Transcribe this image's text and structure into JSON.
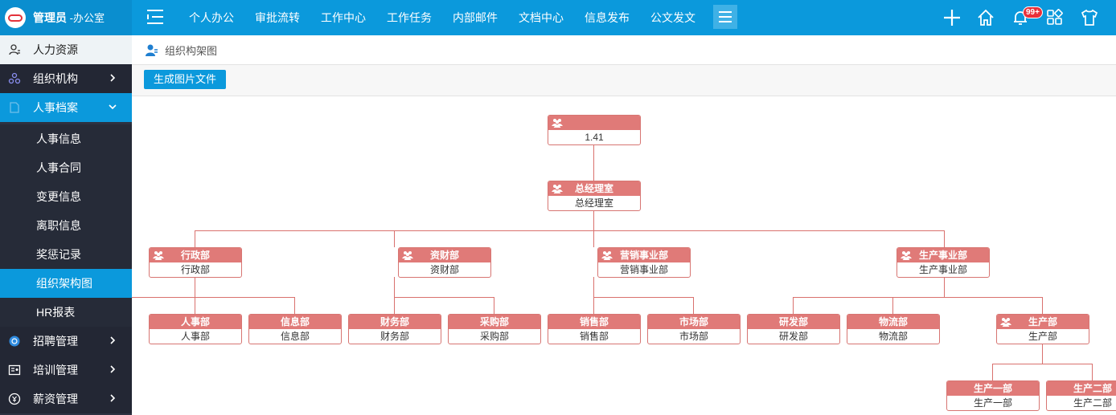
{
  "brand": {
    "title": "管理员",
    "subtitle": " -办公室"
  },
  "nav": [
    "个人办公",
    "审批流转",
    "工作中心",
    "工作任务",
    "内部邮件",
    "文档中心",
    "信息发布",
    "公文发文"
  ],
  "notifications": {
    "badge": "99+"
  },
  "sidebar": {
    "hr": "人力资源",
    "org": "组织机构",
    "archive": "人事档案",
    "subs": [
      "人事信息",
      "人事合同",
      "变更信息",
      "离职信息",
      "奖惩记录",
      "组织架构图",
      "HR报表"
    ],
    "recruit": "招聘管理",
    "training": "培训管理",
    "salary": "薪资管理"
  },
  "breadcrumb": "组织构架图",
  "toolbar": {
    "generate": "生成图片文件"
  },
  "org": {
    "root": {
      "title": "",
      "name": "1.41"
    },
    "gm": {
      "title": "总经理室",
      "name": "总经理室"
    },
    "admin": {
      "title": "行政部",
      "name": "行政部"
    },
    "finance": {
      "title": "资财部",
      "name": "资财部"
    },
    "marketing": {
      "title": "营销事业部",
      "name": "营销事业部"
    },
    "production": {
      "title": "生产事业部",
      "name": "生产事业部"
    },
    "hr": {
      "title": "人事部",
      "name": "人事部"
    },
    "info": {
      "title": "信息部",
      "name": "信息部"
    },
    "accounting": {
      "title": "财务部",
      "name": "财务部"
    },
    "purchase": {
      "title": "采购部",
      "name": "采购部"
    },
    "sales": {
      "title": "销售部",
      "name": "销售部"
    },
    "market": {
      "title": "市场部",
      "name": "市场部"
    },
    "rnd": {
      "title": "研发部",
      "name": "研发部"
    },
    "logistics": {
      "title": "物流部",
      "name": "物流部"
    },
    "prod": {
      "title": "生产部",
      "name": "生产部"
    },
    "prod1": {
      "title": "生产一部",
      "name": "生产一部"
    },
    "prod2": {
      "title": "生产二部",
      "name": "生产二部"
    }
  }
}
